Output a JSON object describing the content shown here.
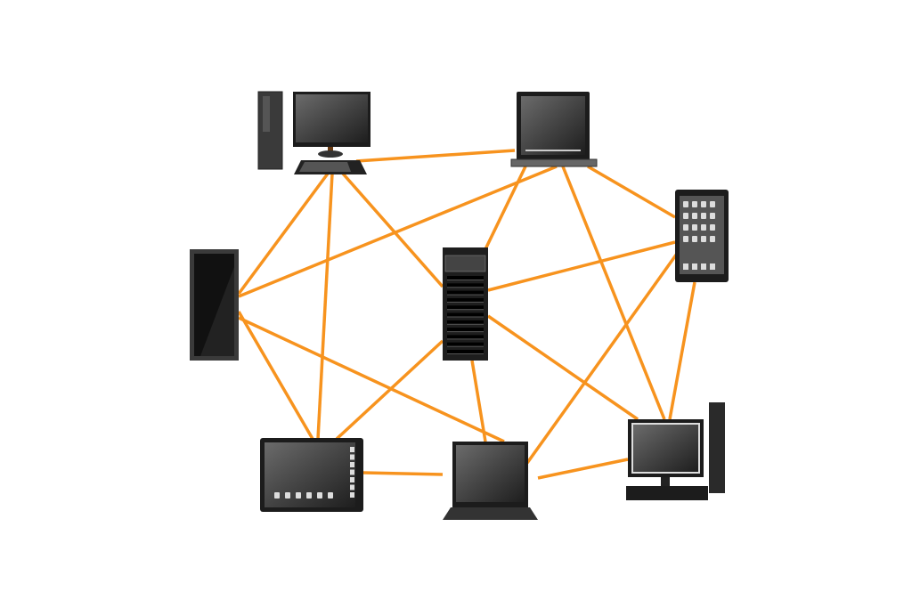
{
  "diagram": {
    "type": "network-topology",
    "edge_color": "#F7931E",
    "device_color": "#2b2b2b",
    "nodes": [
      {
        "id": "desktop-top",
        "type": "desktop-computer"
      },
      {
        "id": "laptop-top",
        "type": "laptop"
      },
      {
        "id": "tablet-right",
        "type": "tablet"
      },
      {
        "id": "tower-left",
        "type": "tower-display"
      },
      {
        "id": "server-center",
        "type": "server-rack"
      },
      {
        "id": "tablet-landscape",
        "type": "tablet"
      },
      {
        "id": "laptop-bottom",
        "type": "laptop"
      },
      {
        "id": "desktop-bottom-right",
        "type": "desktop-computer"
      }
    ],
    "edges": [
      [
        "desktop-top",
        "laptop-top"
      ],
      [
        "desktop-top",
        "tower-left"
      ],
      [
        "desktop-top",
        "tablet-landscape"
      ],
      [
        "desktop-top",
        "server-center"
      ],
      [
        "laptop-top",
        "tower-left"
      ],
      [
        "laptop-top",
        "server-center"
      ],
      [
        "laptop-top",
        "desktop-bottom-right"
      ],
      [
        "laptop-top",
        "tablet-right"
      ],
      [
        "tablet-right",
        "server-center"
      ],
      [
        "tablet-right",
        "laptop-bottom"
      ],
      [
        "tablet-right",
        "desktop-bottom-right"
      ],
      [
        "tower-left",
        "tablet-landscape"
      ],
      [
        "tower-left",
        "laptop-bottom"
      ],
      [
        "server-center",
        "tablet-landscape"
      ],
      [
        "server-center",
        "laptop-bottom"
      ],
      [
        "server-center",
        "desktop-bottom-right"
      ],
      [
        "tablet-landscape",
        "laptop-bottom"
      ],
      [
        "laptop-bottom",
        "desktop-bottom-right"
      ]
    ]
  }
}
